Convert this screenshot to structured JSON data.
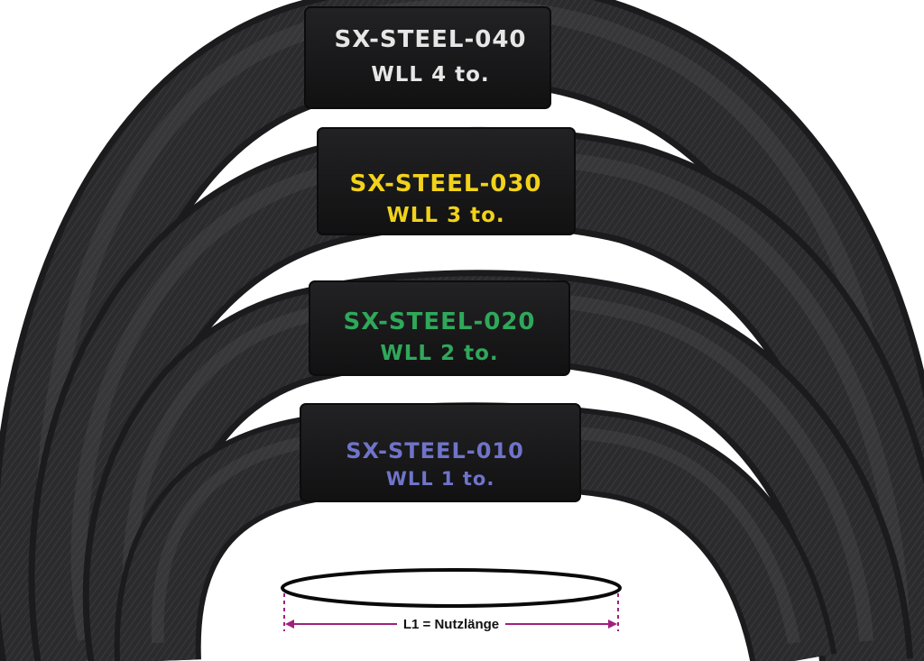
{
  "slings": [
    {
      "model": "SX-STEEL-040",
      "wll": "WLL 4 to.",
      "text_color": "#e6e6e6"
    },
    {
      "model": "SX-STEEL-030",
      "wll": "WLL 3 to.",
      "text_color": "#f2d21a"
    },
    {
      "model": "SX-STEEL-020",
      "wll": "WLL 2 to.",
      "text_color": "#2fa85a"
    },
    {
      "model": "SX-STEEL-010",
      "wll": "WLL 1 to.",
      "text_color": "#6f74c9"
    }
  ],
  "dimension": {
    "label": "L1 = Nutzlänge",
    "line_color": "#a0207f"
  },
  "colors": {
    "fabric": "#2b2b2d",
    "fabric_highlight": "#4a4a4d",
    "tag": "#161617"
  }
}
